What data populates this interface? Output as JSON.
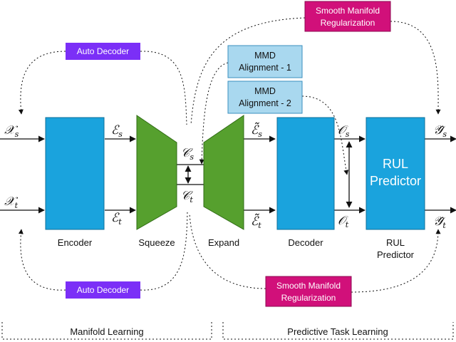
{
  "boxes": {
    "encoder": "Encoder",
    "squeeze": "Squeeze",
    "expand": "Expand",
    "decoder": "Decoder",
    "rul_inner_1": "RUL",
    "rul_inner_2": "Predictor",
    "rul_label_1": "RUL",
    "rul_label_2": "Predictor"
  },
  "tags": {
    "auto_decoder_top": "Auto Decoder",
    "auto_decoder_bottom": "Auto Decoder",
    "smr_top_1": "Smooth Manifold",
    "smr_top_2": "Regularization",
    "smr_bottom_1": "Smooth Manifold",
    "smr_bottom_2": "Regularization",
    "mmd1_1": "MMD",
    "mmd1_2": "Alignment - 1",
    "mmd2_1": "MMD",
    "mmd2_2": "Alignment - 2"
  },
  "symbols": {
    "xs": "𝒳",
    "xs_sub": "s",
    "xt": "𝒳",
    "xt_sub": "t",
    "es": "ℰ",
    "es_sub": "s",
    "et": "ℰ",
    "et_sub": "t",
    "cs": "𝒞",
    "cs_sub": "s",
    "ct": "𝒞",
    "ct_sub": "t",
    "ees": "ℰ̃",
    "ees_sub": "s",
    "eet": "ℰ̃",
    "eet_sub": "t",
    "os": "𝒪",
    "os_sub": "s",
    "ot": "𝒪",
    "ot_sub": "t",
    "ys": "𝒴̂",
    "ys_sub": "s",
    "yt": "𝒴̂",
    "yt_sub": "t"
  },
  "footer": {
    "left": "Manifold Learning",
    "right": "Predictive Task Learning"
  },
  "colors": {
    "blue_box": "#1aa3dd",
    "green_trap": "#56a02e",
    "purple_tag": "#7b2ff7",
    "pink_tag": "#d1107a",
    "mmd_fill": "#a9d8ef"
  }
}
